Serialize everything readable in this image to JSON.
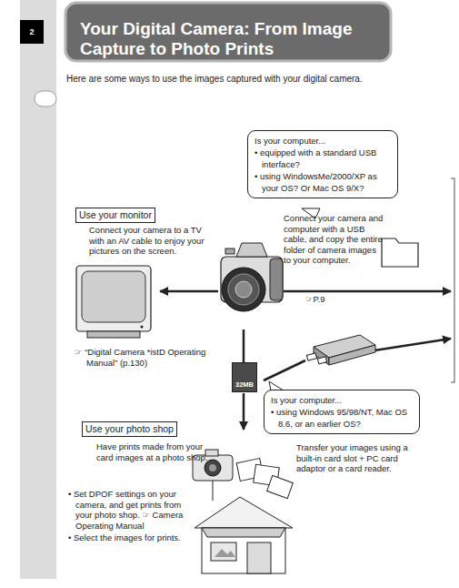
{
  "diagram": {
    "title": "Your Digital Camera: From Image Capture to Photo Prints",
    "nodes": [
      {
        "text": [
          "2"
        ]
      },
      {
        "text": [
          "Is your computer...",
          "• equipped with a standard USB interface?",
          "• using WindowsMe/2000/XP as your OS? Or Mac OS 9/X?"
        ]
      },
      {
        "text": [
          "Use your monitor"
        ]
      },
      {
        "text": [
          "32MB"
        ]
      },
      {
        "text": [
          "Is your computer...",
          "• using Windows 95/98/NT, Mac OS 8.6, or an earlier OS?"
        ]
      },
      {
        "text": [
          "Use your photo shop"
        ]
      }
    ],
    "labels": [
      "Here are some ways to use the images captured with your digital camera.",
      "Connect your camera to a TV with an AV cable to enjoy your pictures on the screen.",
      "Connect your camera and computer with a USB cable, and copy the entire folder of camera images to your computer.",
      "☞P.9",
      "☞ “Digital Camera *istD Operating Manual” (p.130)",
      "Have prints made from your card images at a photo shop.",
      "Transfer your images using a built-in card slot + PC card adaptor or a card reader.",
      "• Set DPOF settings on your camera, and get prints from your photo shop. ☞ Camera Operating Manual",
      "• Select the images for prints."
    ]
  }
}
